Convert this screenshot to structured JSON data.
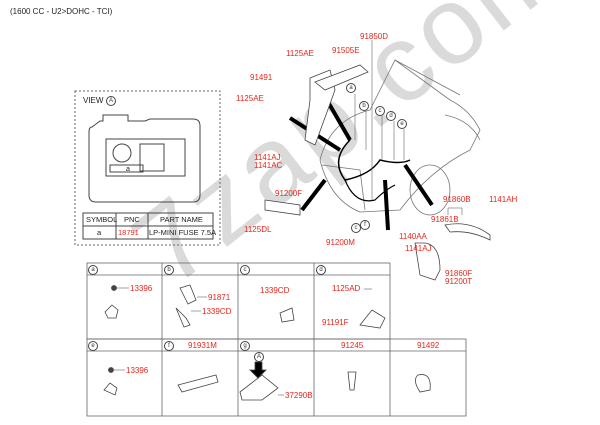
{
  "title": "(1600 CC - U2>DOHC - TCI)",
  "watermark": "7zap.com",
  "view": {
    "label": "VIEW",
    "marker": "A",
    "fuse_letter": "a",
    "table": {
      "headers": [
        "SYMBOL",
        "PNC",
        "PART NAME"
      ],
      "rows": [
        [
          "a",
          "18791",
          "LP-MINI FUSE 7.5A"
        ]
      ]
    }
  },
  "callouts": {
    "p91850D": "91850D",
    "p1125AE_top": "1125AE",
    "p91505E": "91505E",
    "p91491": "91491",
    "p1125AE_left": "1125AE",
    "p1141AJ": "1141AJ",
    "p1141AC": "1141AC",
    "p91200F": "91200F",
    "p1125DL": "1125DL",
    "p91200M": "91200M",
    "p1140AA": "1140AA",
    "p1141AJ_b": "1141AJ",
    "p91860B": "91860B",
    "p1141AH": "1141AH",
    "p91861B": "91861B",
    "p91860F": "91860F",
    "p91200T": "91200T"
  },
  "markers": [
    "a",
    "b",
    "c",
    "d",
    "e",
    "c",
    "f"
  ],
  "grid": {
    "cells": [
      {
        "letter": "a",
        "header": "",
        "parts": [
          "13396"
        ]
      },
      {
        "letter": "b",
        "header": "",
        "parts": [
          "91871",
          "1339CD"
        ]
      },
      {
        "letter": "c",
        "header": "",
        "parts": [
          "1339CD"
        ]
      },
      {
        "letter": "d",
        "header": "",
        "parts": [
          "1125AD",
          "91191F"
        ]
      },
      {
        "letter": "e",
        "header": "",
        "parts": [
          "13396"
        ]
      },
      {
        "letter": "f",
        "header": "91931M",
        "parts": []
      },
      {
        "letter": "g",
        "header": "",
        "parts": [
          "37290B"
        ],
        "view_marker": "A"
      },
      {
        "letter": "",
        "header": "91245",
        "parts": []
      },
      {
        "letter": "",
        "header": "91492",
        "parts": []
      }
    ]
  },
  "colors": {
    "part_label": "#e8261c",
    "line": "#555555"
  }
}
